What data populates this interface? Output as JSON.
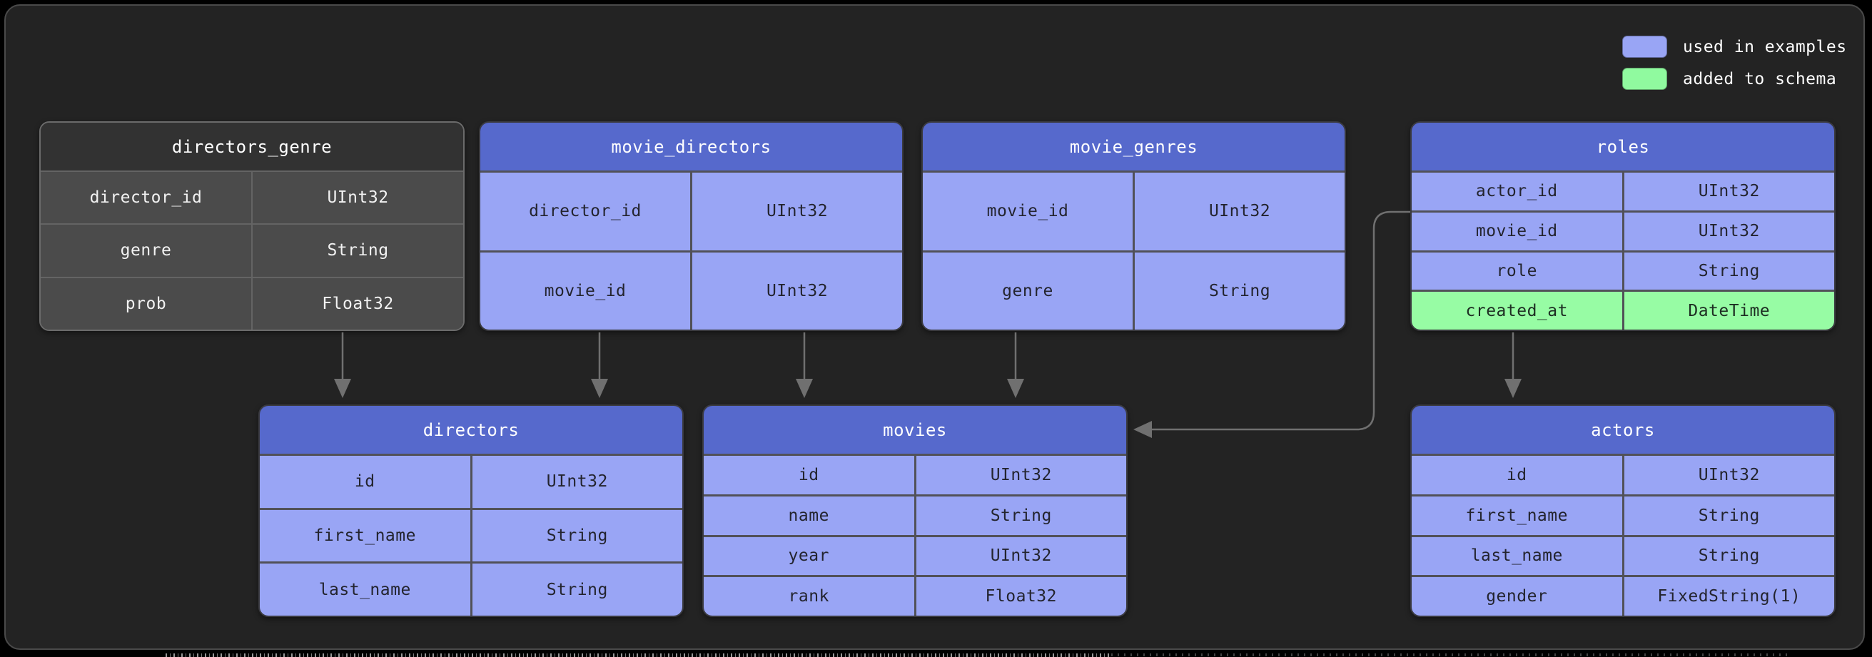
{
  "legend": {
    "items": [
      {
        "label": "used in examples",
        "color": "#99a5f5"
      },
      {
        "label": "added to schema",
        "color": "#90fa9f"
      }
    ]
  },
  "tables": [
    {
      "title": "directors_genre",
      "variant": "gray",
      "rows": [
        {
          "field": "director_id",
          "type": "UInt32"
        },
        {
          "field": "genre",
          "type": "String"
        },
        {
          "field": "prob",
          "type": "Float32"
        }
      ]
    },
    {
      "title": "movie_directors",
      "variant": "blue",
      "rows": [
        {
          "field": "director_id",
          "type": "UInt32"
        },
        {
          "field": "movie_id",
          "type": "UInt32"
        }
      ]
    },
    {
      "title": "movie_genres",
      "variant": "blue",
      "rows": [
        {
          "field": "movie_id",
          "type": "UInt32"
        },
        {
          "field": "genre",
          "type": "String"
        }
      ]
    },
    {
      "title": "roles",
      "variant": "blue",
      "rows": [
        {
          "field": "actor_id",
          "type": "UInt32"
        },
        {
          "field": "movie_id",
          "type": "UInt32"
        },
        {
          "field": "role",
          "type": "String"
        },
        {
          "field": "created_at",
          "type": "DateTime",
          "added": true
        }
      ]
    },
    {
      "title": "directors",
      "variant": "blue",
      "rows": [
        {
          "field": "id",
          "type": "UInt32"
        },
        {
          "field": "first_name",
          "type": "String"
        },
        {
          "field": "last_name",
          "type": "String"
        }
      ]
    },
    {
      "title": "movies",
      "variant": "blue",
      "rows": [
        {
          "field": "id",
          "type": "UInt32"
        },
        {
          "field": "name",
          "type": "String"
        },
        {
          "field": "year",
          "type": "UInt32"
        },
        {
          "field": "rank",
          "type": "Float32"
        }
      ]
    },
    {
      "title": "actors",
      "variant": "blue",
      "rows": [
        {
          "field": "id",
          "type": "UInt32"
        },
        {
          "field": "first_name",
          "type": "String"
        },
        {
          "field": "last_name",
          "type": "String"
        },
        {
          "field": "gender",
          "type": "FixedString(1)"
        }
      ]
    }
  ],
  "relationships": [
    {
      "from": "directors_genre",
      "to": "directors"
    },
    {
      "from": "movie_directors",
      "to": "directors"
    },
    {
      "from": "movie_directors",
      "to": "movies"
    },
    {
      "from": "movie_genres",
      "to": "movies"
    },
    {
      "from": "roles",
      "to": "movies"
    },
    {
      "from": "roles",
      "to": "actors"
    }
  ],
  "colors": {
    "canvas_bg": "#232323",
    "blue_header": "#5669cc",
    "blue_row": "#99a5f5",
    "green_row": "#97fca4",
    "gray_header": "#323232",
    "gray_row": "#4b4b4b",
    "arrow": "#707070"
  }
}
